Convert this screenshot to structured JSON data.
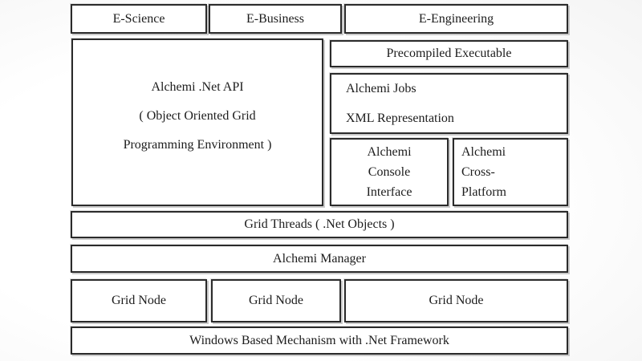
{
  "diagram": {
    "e_services": [
      {
        "label": "E-Science"
      },
      {
        "label": "E-Business"
      },
      {
        "label": "E-Engineering"
      }
    ],
    "api": {
      "line1": "Alchemi .Net API",
      "line2": "( Object Oriented Grid",
      "line3": "Programming Environment )"
    },
    "precompiled": {
      "label": "Precompiled Executable"
    },
    "jobs": {
      "line1": "Alchemi Jobs",
      "line2": "XML Representation"
    },
    "console": {
      "line1": "Alchemi",
      "line2": "Console",
      "line3": "Interface"
    },
    "cross_platform": {
      "line1": "Alchemi",
      "line2": "Cross-",
      "line3": "Platform"
    },
    "grid_threads": {
      "label": "Grid Threads ( .Net Objects )"
    },
    "manager": {
      "label": "Alchemi Manager"
    },
    "grid_nodes": [
      {
        "label": "Grid Node"
      },
      {
        "label": "Grid Node"
      },
      {
        "label": "Grid Node"
      }
    ],
    "platform_base": {
      "label": "Windows Based Mechanism with .Net Framework"
    }
  },
  "colors": {
    "box_border": "#2b2b2b",
    "box_background": "#ffffff",
    "text": "#1c1c1c",
    "page_background_center": "#ffffff",
    "page_background_edge": "#e9e9e9",
    "box_shadow": "#a0a0a0"
  }
}
